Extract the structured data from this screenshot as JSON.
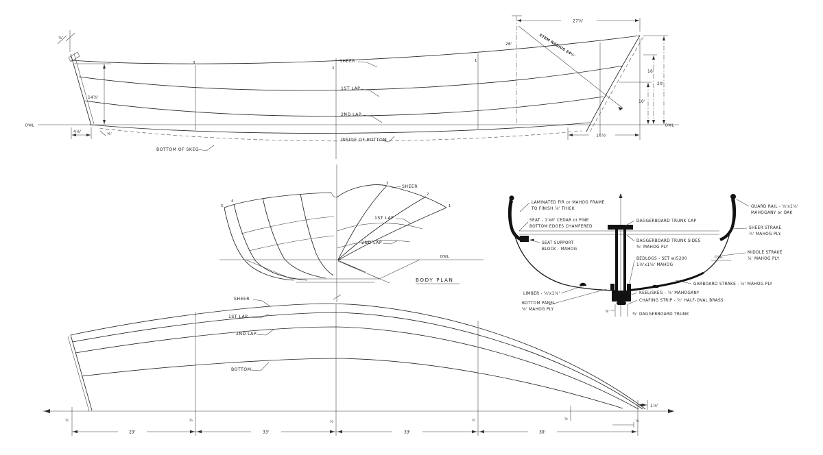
{
  "profile": {
    "curve_labels": {
      "sheer": "SHEER",
      "lap1": "1ST LAP",
      "lap2": "2ND LAP",
      "inside_bottom": "INSIDE OF BOTTOM",
      "bottom_of_skeg": "BOTTOM OF SKEG"
    },
    "dwl_left": "DWL",
    "dwl_right": "DWL",
    "station_numbers": [
      "3",
      "2",
      "1"
    ],
    "dims": {
      "stem_top": "⅞'",
      "transom_height": "14⅞'",
      "transom_rake": "4⅛'",
      "skeg_note": "⅜'",
      "stern_overhang": "16⅞'",
      "h10": "10'",
      "h16": "16'",
      "h20": "20'",
      "stem_height": "26'",
      "stem_reach": "27⅝'",
      "stem_radius": "STEM RADIUS 24½'"
    }
  },
  "body_plan": {
    "caption": "BODY PLAN",
    "curve_labels": {
      "sheer": "SHEER",
      "lap1": "1ST LAP",
      "lap2": "2ND LAP"
    },
    "dwl": "DWL",
    "station_numbers": [
      "1",
      "2",
      "3",
      "4",
      "5"
    ]
  },
  "section": {
    "dwl": "DWL",
    "callouts": {
      "frame": {
        "l1": "LAMINATED FIR or MAHOG FRAME",
        "l2": "TO FINISH ⅞' THICK"
      },
      "seat": {
        "l1": "SEAT - 1'x8' CEDAR or PINE",
        "l2": "BOTTOM EDGES CHAMFERED"
      },
      "seat_support": {
        "l1": "SEAT SUPPORT",
        "l2": "BLOCK - MAHOG"
      },
      "trunk_cap": {
        "l1": "DAGGERBOARD TRUNK CAP"
      },
      "trunk_sides": {
        "l1": "DAGGERBOARD TRUNK SIDES",
        "l2": "⅜' MAHOG PLY"
      },
      "bedlogs": {
        "l1": "BEDLOGS - SET w/5200",
        "l2": "1⅛'x1⅛' MAHOG"
      },
      "guard_rail": {
        "l1": "GUARD RAIL - ⅝'x1⅛'",
        "l2": "MAHOGANY or OAK"
      },
      "sheer_strake": {
        "l1": "SHEER STRAKE",
        "l2": "¼' MAHOG PLY."
      },
      "middle_strake": {
        "l1": "MIDDLE STRAKE",
        "l2": "¼' MAHOG PLY"
      },
      "garboard": {
        "l1": "GARBOARD STRAKE - ¼' MAHOG PLY"
      },
      "limber": {
        "l1": "LIMBER - ⅝'x1⅛'"
      },
      "bottom_panel": {
        "l1": "BOTTOM PANEL",
        "l2": "⅜' MAHOG PLY"
      },
      "keel": {
        "l1": "KEEL/SKEG - ⅞' MAHOGANY"
      },
      "chafing": {
        "l1": "CHAFING STRIP - ½' HALF-OVAL BRASS"
      },
      "trunk_width": {
        "gap": "⅞'",
        "label": "¾' DAGGERBOARD TRUNK"
      }
    }
  },
  "half_breadth": {
    "curve_labels": {
      "sheer": "SHEER",
      "lap1": "1ST LAP",
      "lap2": "2ND LAP",
      "bottom": "BOTTOM"
    },
    "dims": {
      "span1": "29'",
      "span2": "33'",
      "span3": "33'",
      "span4": "38'",
      "tip": "1⅞'",
      "tip_offset": "⅞"
    },
    "station_half_marks": [
      "½",
      "½",
      "½",
      "½",
      "½"
    ]
  }
}
